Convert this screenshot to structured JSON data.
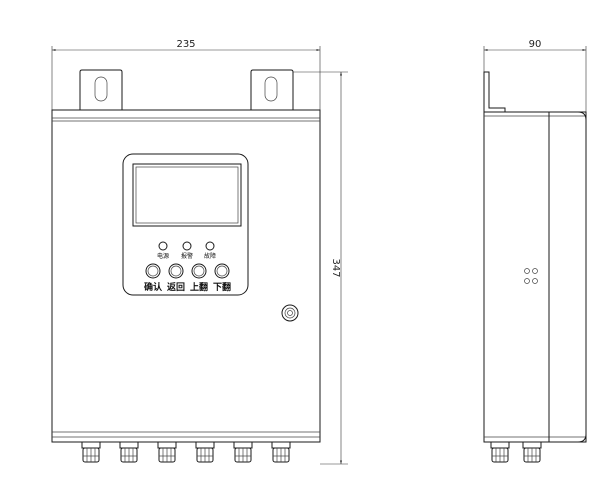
{
  "dimensions": {
    "front_width": "235",
    "side_depth": "90",
    "height": "347"
  },
  "indicators": [
    {
      "label": "电源"
    },
    {
      "label": "报警"
    },
    {
      "label": "故障"
    }
  ],
  "buttons": [
    {
      "label": "确认"
    },
    {
      "label": "返回"
    },
    {
      "label": "上翻"
    },
    {
      "label": "下翻"
    }
  ]
}
